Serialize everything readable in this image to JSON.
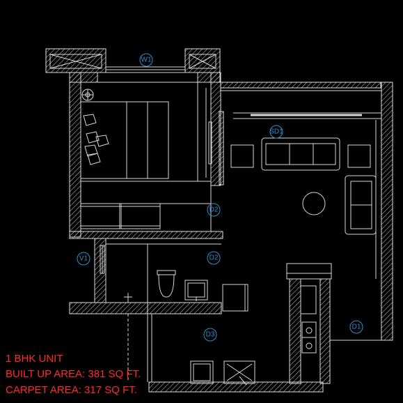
{
  "tags": {
    "w1": "W1",
    "sd1": "SD1",
    "d2_bed": "D2",
    "d2_bath": "D2",
    "v1": "V1",
    "d3": "D3",
    "d1": "D1"
  },
  "info": {
    "unit_type": "1 BHK UNIT",
    "built_up_area": "BUILT UP AREA: 381 SQ FT.",
    "carpet_area": "CARPET AREA:  317 SQ FT."
  },
  "colors": {
    "background": "#000000",
    "linework": "#d9d9d9",
    "tag": "#2f8fd0",
    "annotation": "#ff2a2a"
  }
}
